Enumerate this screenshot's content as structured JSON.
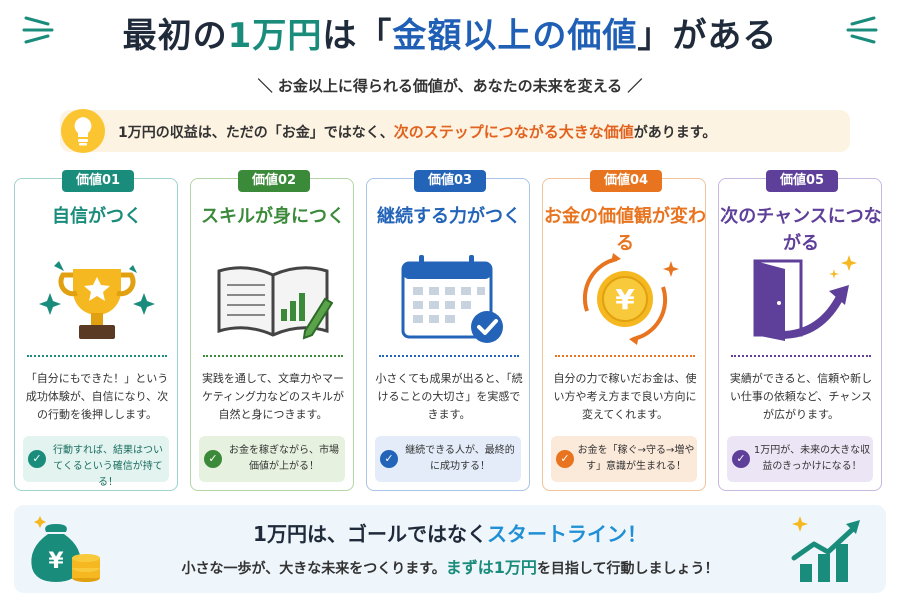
{
  "title": {
    "part1": "最初の",
    "accent": "1万円",
    "part2": "は「",
    "highlight": "金額以上の価値",
    "part3": "」がある"
  },
  "subtitle": "＼ お金以上に得られる価値が、あなたの未来を変える ／",
  "intro": {
    "part1": "1万円の収益は、ただの「お金」ではなく、",
    "highlight": "次のステップにつながる大きな価値",
    "part2": "があります。"
  },
  "cards": [
    {
      "badge": "価値01",
      "title": "自信がつく",
      "desc": "「自分にもできた！」という成功体験が、自信になり、次の行動を後押しします。",
      "callout": "行動すれば、結果はついてくるという確信が持てる！",
      "icon": "trophy-icon"
    },
    {
      "badge": "価値02",
      "title": "スキルが身につく",
      "desc": "実践を通して、文章力やマーケティング力などのスキルが自然と身につきます。",
      "callout": "お金を稼ぎながら、市場価値が上がる！",
      "icon": "notebook-icon"
    },
    {
      "badge": "価値03",
      "title": "継続する力がつく",
      "desc": "小さくても成果が出ると、「続けることの大切さ」を実感できます。",
      "callout": "継続できる人が、最終的に成功する！",
      "icon": "calendar-icon"
    },
    {
      "badge": "価値04",
      "title": "お金の価値観が変わる",
      "desc": "自分の力で稼いだお金は、使い方や考え方まで良い方向に変えてくれます。",
      "callout": "お金を「稼ぐ→守る→増やす」意識が生まれる！",
      "icon": "yen-coin-icon"
    },
    {
      "badge": "価値05",
      "title": "次のチャンスにつながる",
      "desc": "実績ができると、信頼や新しい仕事の依頼など、チャンスが広がります。",
      "callout": "1万円が、未来の大きな収益のきっかけになる！",
      "icon": "door-arrow-icon"
    }
  ],
  "footer": {
    "main_part1": "1万円は、ゴールではなく",
    "main_accent": "スタートライン！",
    "sub_part1": "小さな一歩が、大きな未来をつくります。",
    "sub_accent": "まずは1万円",
    "sub_part2": "を目指して行動しましょう！"
  },
  "colors": {
    "card1": "#1a8c7c",
    "card2": "#3b8a3a",
    "card3": "#2364b8",
    "card4": "#e8741f",
    "card5": "#5e3f99"
  }
}
